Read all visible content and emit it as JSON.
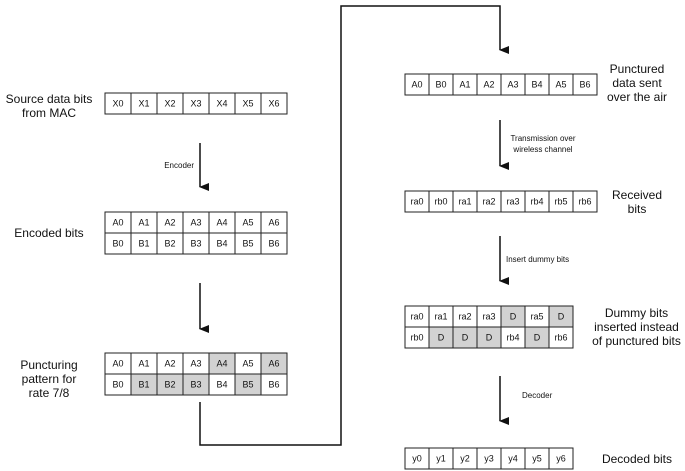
{
  "labels": {
    "source": [
      "Source data bits",
      "from MAC"
    ],
    "encoded": [
      "Encoded bits"
    ],
    "puncturing": [
      "Puncturing",
      "pattern for",
      "rate 7/8"
    ],
    "punctured_sent": [
      "Punctured",
      "data sent",
      "over the air"
    ],
    "received": [
      "Received",
      "bits"
    ],
    "dummy": [
      "Dummy bits",
      "inserted instead",
      "of punctured bits"
    ],
    "decoded": [
      "Decoded bits"
    ]
  },
  "arrows": {
    "encoder": "Encoder",
    "transmission": [
      "Transmission over",
      "wireless channel"
    ],
    "insert_dummy": "Insert dummy bits",
    "decoder": "Decoder"
  },
  "grids": {
    "source": {
      "rows": [
        [
          "X0",
          "X1",
          "X2",
          "X3",
          "X4",
          "X5",
          "X6"
        ]
      ],
      "shaded": []
    },
    "encoded": {
      "rows": [
        [
          "A0",
          "A1",
          "A2",
          "A3",
          "A4",
          "A5",
          "A6"
        ],
        [
          "B0",
          "B1",
          "B2",
          "B3",
          "B4",
          "B5",
          "B6"
        ]
      ],
      "shaded": []
    },
    "puncturing": {
      "rows": [
        [
          "A0",
          "A1",
          "A2",
          "A3",
          "A4",
          "A5",
          "A6"
        ],
        [
          "B0",
          "B1",
          "B2",
          "B3",
          "B4",
          "B5",
          "B6"
        ]
      ],
      "shaded": [
        [
          0,
          4
        ],
        [
          0,
          6
        ],
        [
          1,
          1
        ],
        [
          1,
          2
        ],
        [
          1,
          3
        ],
        [
          1,
          5
        ]
      ]
    },
    "punctured": {
      "rows": [
        [
          "A0",
          "B0",
          "A1",
          "A2",
          "A3",
          "B4",
          "A5",
          "B6"
        ]
      ],
      "shaded": []
    },
    "received": {
      "rows": [
        [
          "ra0",
          "rb0",
          "ra1",
          "ra2",
          "ra3",
          "rb4",
          "rb5",
          "rb6"
        ]
      ],
      "shaded": []
    },
    "dummy": {
      "rows": [
        [
          "ra0",
          "ra1",
          "ra2",
          "ra3",
          "D",
          "ra5",
          "D"
        ],
        [
          "rb0",
          "D",
          "D",
          "D",
          "rb4",
          "D",
          "rb6"
        ]
      ],
      "shaded": [
        [
          0,
          4
        ],
        [
          0,
          6
        ],
        [
          1,
          1
        ],
        [
          1,
          2
        ],
        [
          1,
          3
        ],
        [
          1,
          5
        ]
      ]
    },
    "decoded": {
      "rows": [
        [
          "y0",
          "y1",
          "y2",
          "y3",
          "y4",
          "y5",
          "y6"
        ]
      ],
      "shaded": []
    }
  }
}
